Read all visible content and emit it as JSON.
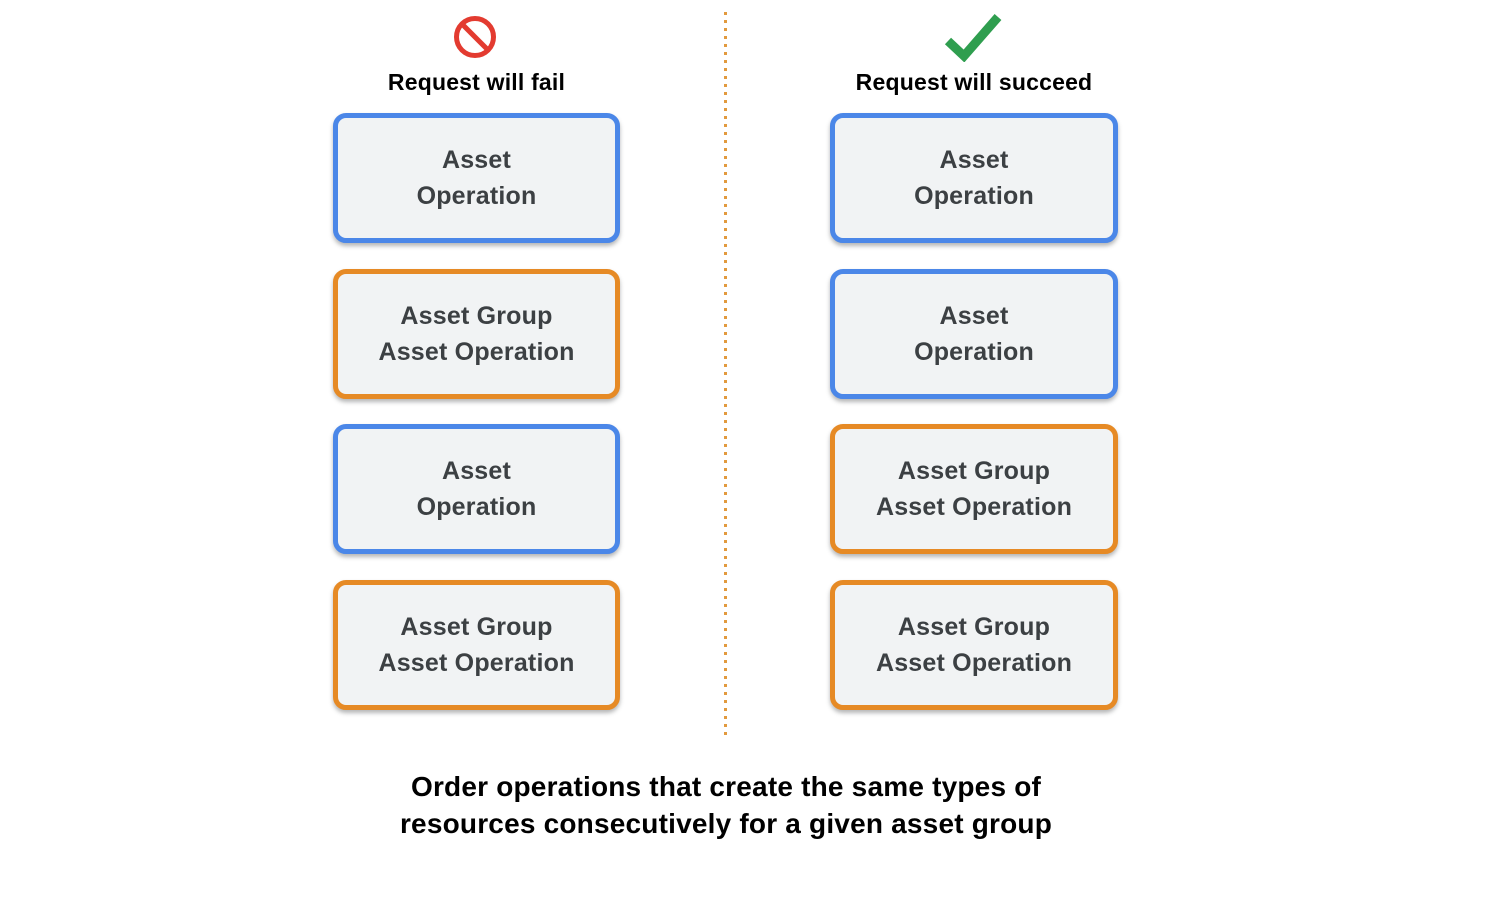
{
  "columns": [
    {
      "id": "fail",
      "header": "Request will fail",
      "icon": "prohibition-icon",
      "boxes": [
        {
          "variant": "asset",
          "lines": [
            "Asset",
            "Operation"
          ]
        },
        {
          "variant": "asset-group",
          "lines": [
            "Asset Group",
            "Asset Operation"
          ]
        },
        {
          "variant": "asset",
          "lines": [
            "Asset",
            "Operation"
          ]
        },
        {
          "variant": "asset-group",
          "lines": [
            "Asset Group",
            "Asset Operation"
          ]
        }
      ]
    },
    {
      "id": "success",
      "header": "Request will succeed",
      "icon": "checkmark-icon",
      "boxes": [
        {
          "variant": "asset",
          "lines": [
            "Asset",
            "Operation"
          ]
        },
        {
          "variant": "asset",
          "lines": [
            "Asset",
            "Operation"
          ]
        },
        {
          "variant": "asset-group",
          "lines": [
            "Asset Group",
            "Asset Operation"
          ]
        },
        {
          "variant": "asset-group",
          "lines": [
            "Asset Group",
            "Asset Operation"
          ]
        }
      ]
    }
  ],
  "caption": {
    "line1": "Order operations that create the same types of",
    "line2": "resources consecutively for a given asset group"
  },
  "colors": {
    "asset_box_border": "#4b87e8",
    "asset_group_box_border": "#e68a25",
    "box_background": "#f1f3f4",
    "box_text": "#3c4043",
    "fail_icon_red": "#e33b30",
    "success_icon_green": "#2f9e4f",
    "divider_dots": "#e29a3e",
    "heading_text": "#000000"
  }
}
